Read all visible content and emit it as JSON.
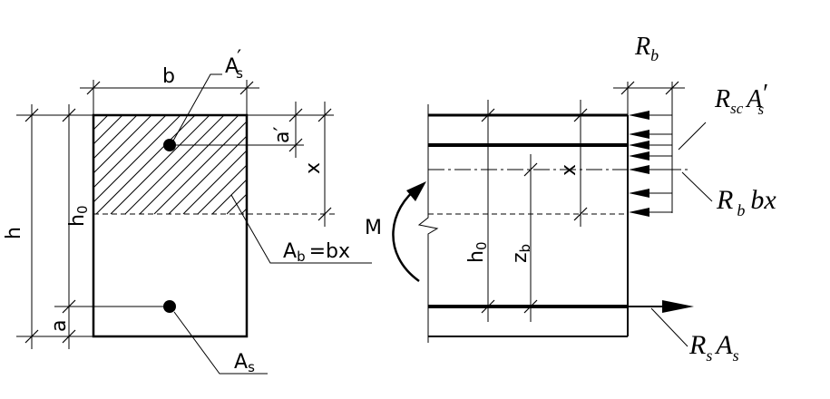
{
  "diagram": {
    "left_section": {
      "width_label": "b",
      "height_label": "h",
      "effective_depth_main": "h",
      "effective_depth_sub": "0",
      "top_cover_main": "a",
      "top_cover_prime": "′",
      "bottom_cover": "a",
      "compression_depth": "x",
      "top_steel_main": "A",
      "top_steel_sub": "s",
      "top_steel_prime": "′",
      "bottom_steel_main": "A",
      "bottom_steel_sub": "s",
      "concrete_area_main": "A",
      "concrete_area_sub": "b",
      "concrete_area_rhs": "=bx"
    },
    "right_section": {
      "moment_label": "M",
      "effective_depth_main": "h",
      "effective_depth_sub": "0",
      "lever_arm_main": "z",
      "lever_arm_sub": "b",
      "compression_depth": "x",
      "rb_top_main": "R",
      "rb_top_sub": "b",
      "rsc_main": "R",
      "rsc_sub": "sc",
      "rsc_area": "A",
      "rsc_area_sub": "s",
      "rsc_prime": "′",
      "rbbx_main": "R",
      "rbbx_sub": "b",
      "rbbx_rest": "bx",
      "rs_main": "R",
      "rs_sub": "s",
      "rs_area": "A",
      "rs_area_sub": "s"
    }
  }
}
